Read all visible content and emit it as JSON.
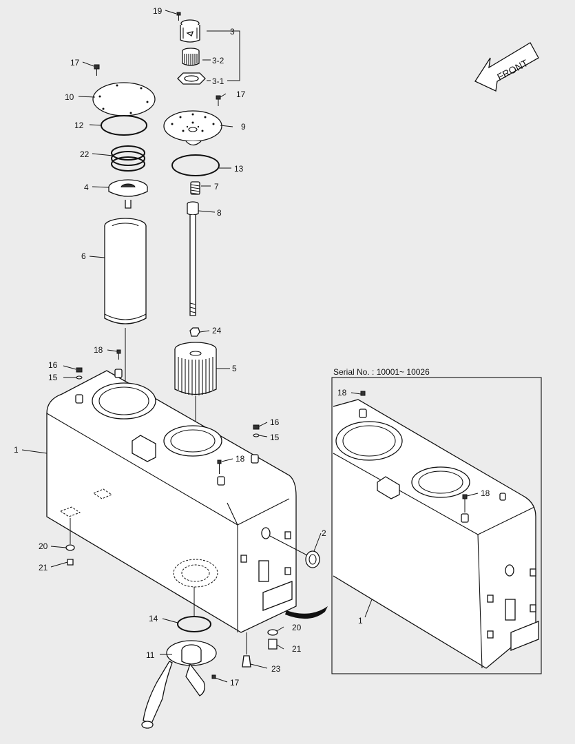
{
  "diagram": {
    "front_label": "FRONT",
    "inset_title": "Serial No. : 10001~ 10026",
    "labels": {
      "l19": "19",
      "l3": "3",
      "l3_2": "3-2",
      "l3_1": "3-1",
      "l17a": "17",
      "l10": "10",
      "l17b": "17",
      "l9": "9",
      "l12": "12",
      "l22": "22",
      "l13": "13",
      "l4": "4",
      "l7": "7",
      "l8": "8",
      "l6": "6",
      "l24": "24",
      "l18a": "18",
      "l5": "5",
      "l16a": "16",
      "l15a": "15",
      "l16b": "16",
      "l15b": "15",
      "l1": "1",
      "l18b": "18",
      "l2": "2",
      "l20a": "20",
      "l21a": "21",
      "l14": "14",
      "l20b": "20",
      "l21b": "21",
      "l11": "11",
      "l23": "23",
      "l17c": "17",
      "in18a": "18",
      "in18b": "18",
      "in1": "1"
    }
  }
}
